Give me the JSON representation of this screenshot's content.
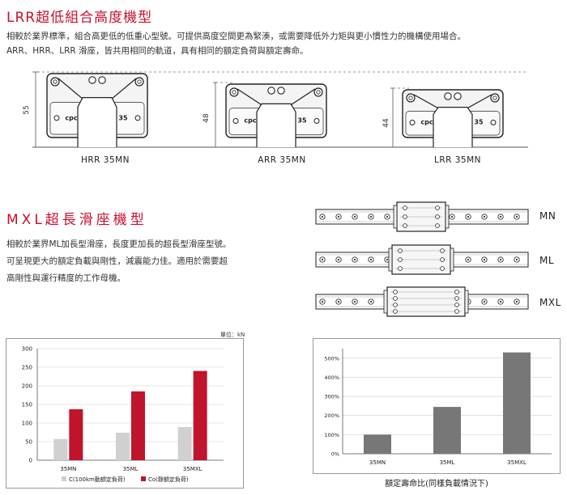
{
  "section1": {
    "title": "LRR超低組合高度機型",
    "para_line1": "相較於業界標準，組合高更低的低重心型號。可提供高度空間更為緊湊，或需要降低外力矩與更小慣性力的機構使用場合。",
    "para_line2": "ARR、HRR、LRR 滑座，皆共用相同的軌道，具有相同的額定負荷與額定壽命。",
    "blocks": [
      {
        "height": "55",
        "label": "HRR 35MN",
        "brand": "cpc",
        "size": "35"
      },
      {
        "height": "48",
        "label": "ARR 35MN",
        "brand": "cpc",
        "size": "35"
      },
      {
        "height": "44",
        "label": "LRR 35MN",
        "brand": "cpc",
        "size": "35"
      }
    ]
  },
  "section2": {
    "title": "MXL超長滑座機型",
    "para_line1": "相較於業界ML加長型滑座，長度更加長的超長型滑座型號。",
    "para_line2": "可呈現更大的額定負載與剛性，減震能力佳。適用於需要超",
    "para_line3": "高剛性與運行精度的工作母機。",
    "rails": [
      {
        "label": "MN"
      },
      {
        "label": "ML"
      },
      {
        "label": "MXL"
      }
    ]
  },
  "chart_data": [
    {
      "type": "bar",
      "unit_label": "單位：kN",
      "categories": [
        "35MN",
        "35ML",
        "35MXL"
      ],
      "ylim": [
        0,
        300
      ],
      "yticks": [
        0,
        50,
        100,
        150,
        200,
        250,
        300
      ],
      "grid": true,
      "legend_placement": "bottom",
      "series": [
        {
          "name": "C(100km動額定負荷)",
          "color": "#d0d0d0",
          "values": [
            57,
            74,
            89
          ]
        },
        {
          "name": "Co(靜額定負荷)",
          "color": "#c0142c",
          "values": [
            137,
            185,
            240
          ]
        }
      ]
    },
    {
      "type": "bar",
      "categories": [
        "35MN",
        "35ML",
        "35MXL"
      ],
      "ylim": [
        0,
        550
      ],
      "yticks": [
        0,
        100,
        200,
        300,
        400,
        500
      ],
      "ytick_labels": [
        "0%",
        "100%",
        "200%",
        "300%",
        "400%",
        "500%"
      ],
      "grid": true,
      "color": "#777777",
      "values": [
        100,
        245,
        530
      ],
      "caption": "額定壽命比(同樣負載情況下)"
    }
  ]
}
